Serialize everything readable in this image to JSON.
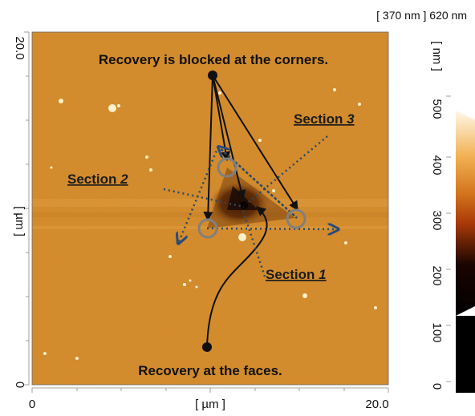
{
  "header": {
    "height_range": "[ 370 nm ] 620 nm"
  },
  "image": {
    "x_axis_min": "0",
    "x_axis_max": "20.0",
    "x_axis_label": "[ µm ]",
    "y_axis_min": "0",
    "y_axis_max": "20.0",
    "y_axis_label": "[ µm ]"
  },
  "annotations": {
    "top_caption": "Recovery is blocked at the corners.",
    "bottom_caption": "Recovery at the faces.",
    "section_1_prefix": "Section ",
    "section_1_number": "1",
    "section_2_prefix": "Section ",
    "section_2_number": "2",
    "section_3_prefix": "Section ",
    "section_3_number": "3"
  },
  "colorbar": {
    "unit_label": "[ nm ]",
    "ticks": [
      "0",
      "100",
      "200",
      "300",
      "400",
      "500"
    ]
  },
  "colors": {
    "surface": "#d48a2a",
    "indent": "#2a1408",
    "marker_circle": "#808080",
    "section_line": "#2a4a6a",
    "arrow_head": "#2a4a7a"
  }
}
